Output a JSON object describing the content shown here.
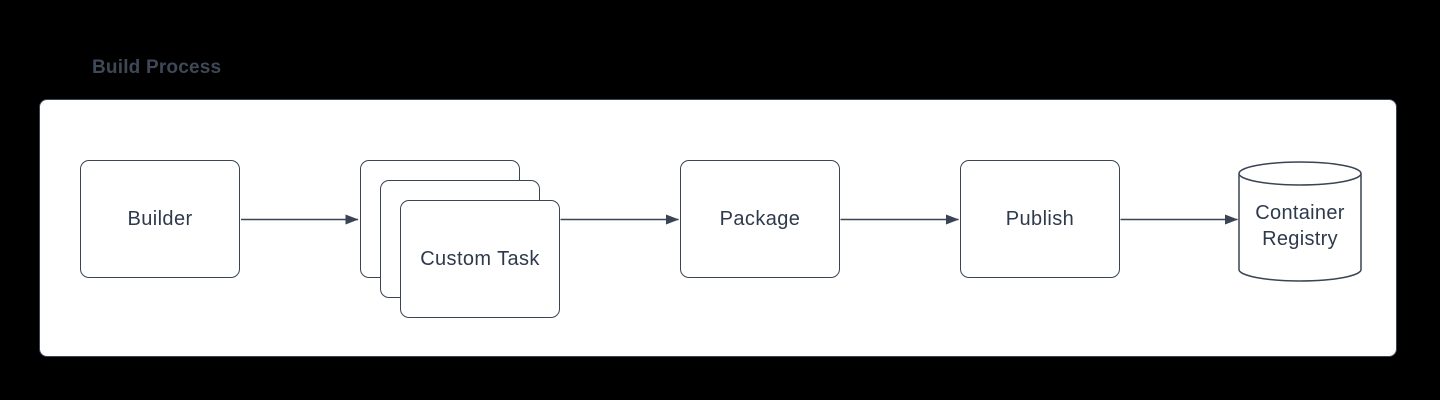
{
  "title": "Build Process",
  "colors": {
    "background": "#000000",
    "panel_fill": "#ffffff",
    "shape_stroke": "#3a4454",
    "shape_text": "#2e3a4c",
    "title_text": "#3f4857"
  },
  "nodes": {
    "builder": {
      "label": "Builder",
      "shape": "rounded-rectangle"
    },
    "custom_task": {
      "label": "Custom Task",
      "shape": "stacked-rounded-rectangles",
      "stack_count": 3
    },
    "package": {
      "label": "Package",
      "shape": "rounded-rectangle"
    },
    "publish": {
      "label": "Publish",
      "shape": "rounded-rectangle"
    },
    "container_registry": {
      "label": "Container Registry",
      "shape": "cylinder"
    }
  },
  "connections": [
    {
      "from": "builder",
      "to": "custom_task"
    },
    {
      "from": "custom_task",
      "to": "package"
    },
    {
      "from": "package",
      "to": "publish"
    },
    {
      "from": "publish",
      "to": "container_registry"
    }
  ]
}
